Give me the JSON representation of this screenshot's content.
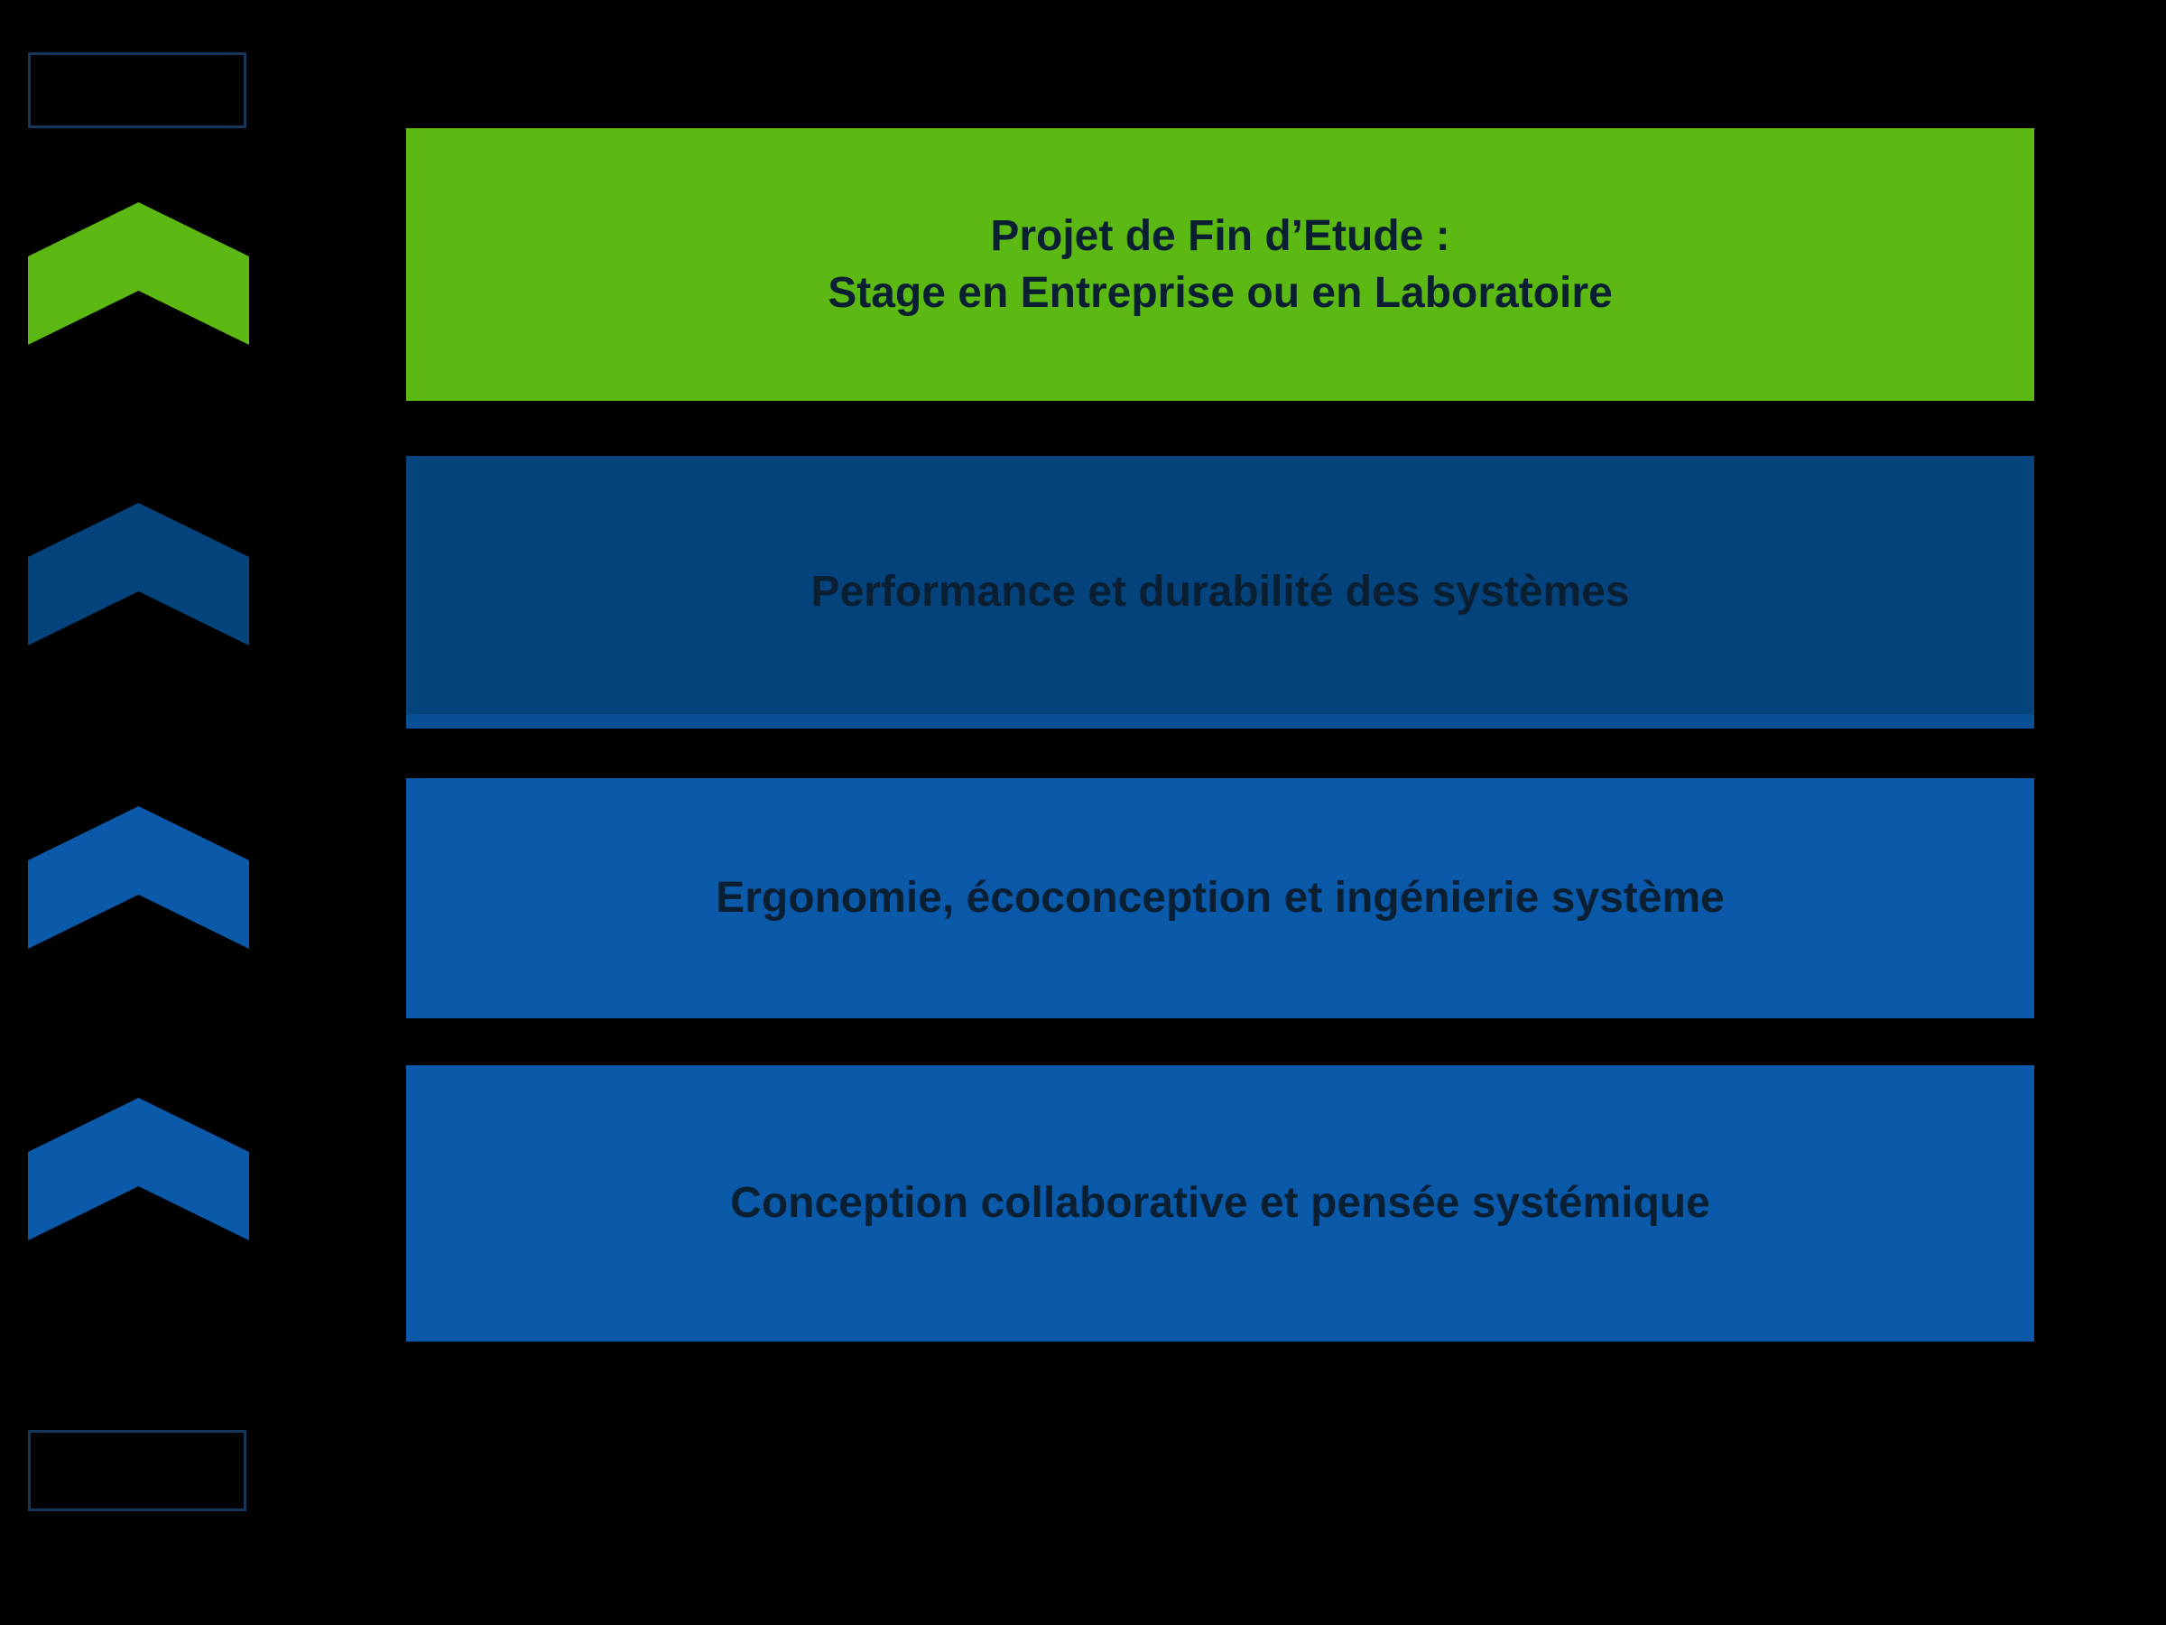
{
  "colors": {
    "background": "#000000",
    "green": "#5CB812",
    "dark_blue": "#05437C",
    "blue": "#0B59A9",
    "text": "#0B1F33",
    "corner_box_border": "#17365D"
  },
  "rows": [
    {
      "id": "projet-fin-etude",
      "lines": [
        "Projet de Fin d’Etude :",
        "Stage en Entreprise ou en Laboratoire"
      ]
    },
    {
      "id": "performance-durabilite",
      "lines": [
        "Performance et durabilité des systèmes"
      ]
    },
    {
      "id": "ergonomie-ecoconception",
      "lines": [
        "Ergonomie, écoconception et ingénierie système"
      ]
    },
    {
      "id": "conception-collaborative",
      "lines": [
        "Conception collaborative et pensée systémique"
      ]
    }
  ]
}
